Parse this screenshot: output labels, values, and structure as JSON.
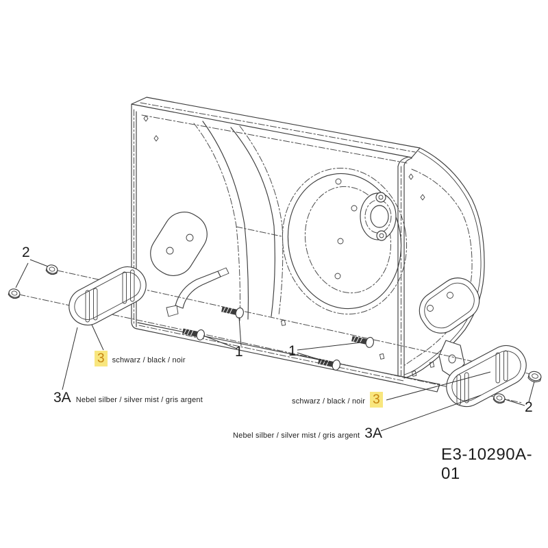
{
  "diagram": {
    "drawing_number": "E3-10290A-01",
    "parts": {
      "bolt_callout": "1",
      "nut_callout": "2",
      "skid_black_callout": "3",
      "skid_silver_callout": "3A"
    },
    "color_variants": {
      "black": "schwarz / black / noir",
      "silver": "Nebel silber / silver mist / gris argent"
    },
    "colors": {
      "highlight_background": "#f8e67e",
      "highlight_digit": "#c5830f",
      "line": "#3c3c3c",
      "text": "#1c1c1c",
      "background": "#ffffff"
    }
  }
}
